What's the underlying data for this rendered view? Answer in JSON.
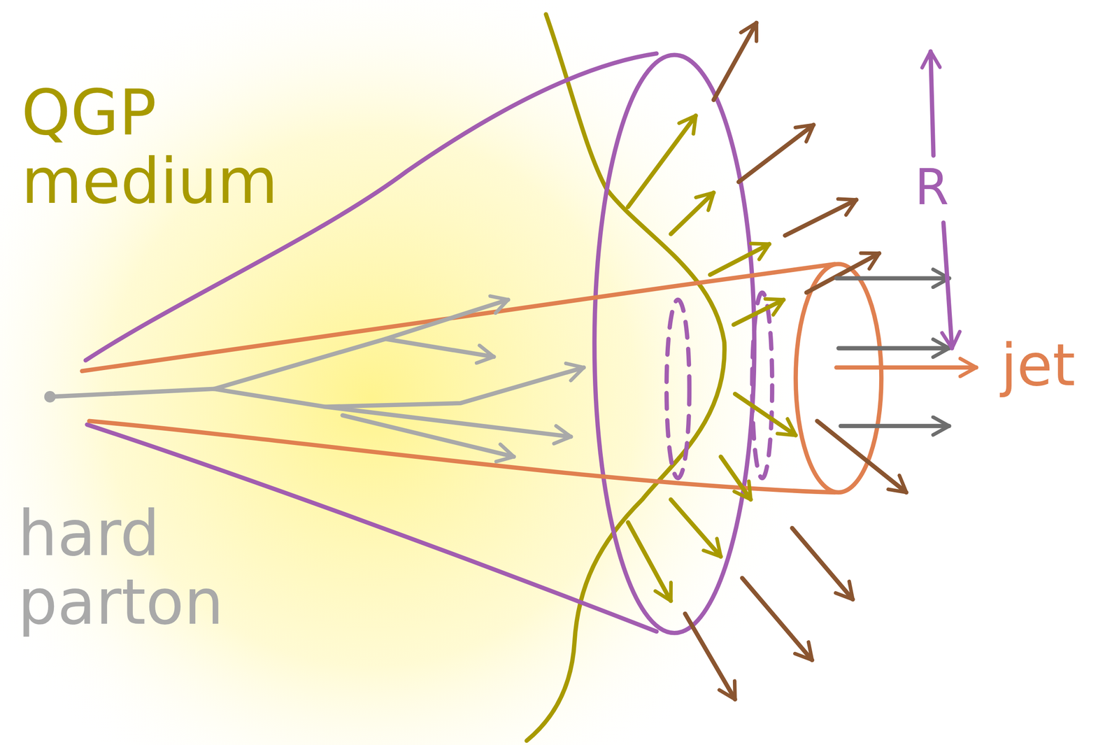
{
  "diagram": {
    "labels": [
      "QGP medium",
      "hard parton",
      "R",
      "jet"
    ]
  }
}
